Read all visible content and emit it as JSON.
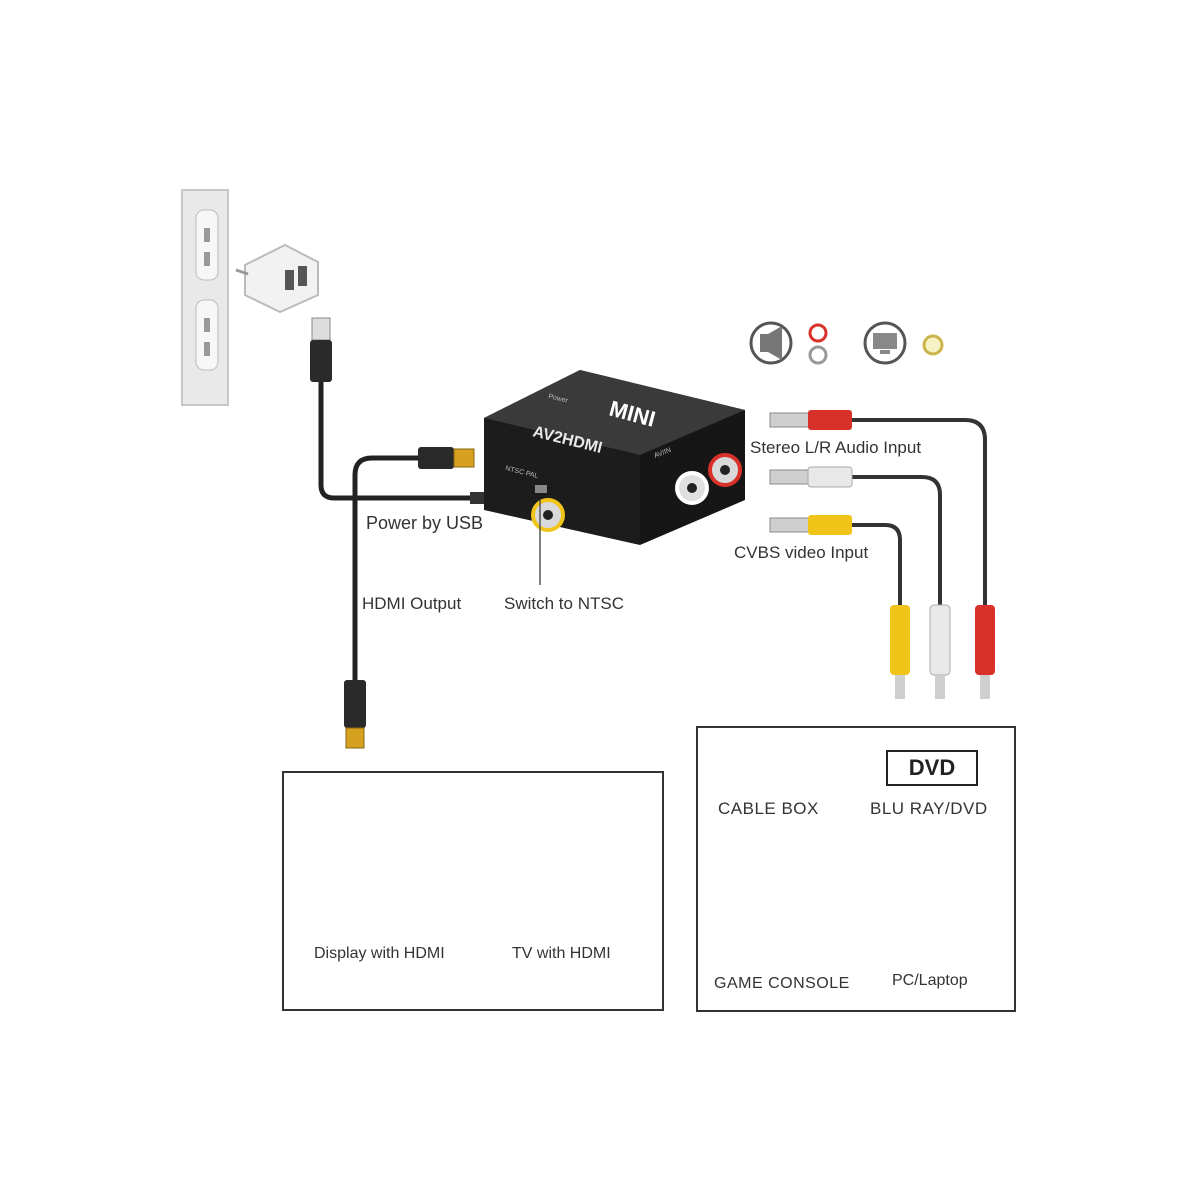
{
  "device": {
    "brand": "MINI",
    "model": "AV2HDMI",
    "port_text_left": "Power",
    "port_text_right": "AV/IN",
    "switch_text": "NTSC PAL"
  },
  "labels": {
    "power": "Power by USB",
    "hdmi_output": "HDMI Output",
    "switch": "Switch to NTSC",
    "audio_input": "Stereo L/R Audio Input",
    "video_input": "CVBS video Input"
  },
  "output_devices": [
    {
      "label": "Display with HDMI",
      "icon": "monitor-icon"
    },
    {
      "label": "TV with HDMI",
      "icon": "tv-icon"
    }
  ],
  "input_devices": [
    {
      "label": "CABLE BOX",
      "icon": "cable-box-icon"
    },
    {
      "label": "BLU RAY/DVD",
      "icon": "dvd-icon",
      "badge": "DVD"
    },
    {
      "label": "GAME CONSOLE",
      "icon": "game-console-icon"
    },
    {
      "label": "PC/Laptop",
      "icon": "pc-icon"
    }
  ],
  "colors": {
    "rca_red": "#d8312a",
    "rca_white": "#e8e8e8",
    "rca_yellow": "#f0c419",
    "hdmi_gold": "#d6a11e",
    "device_black": "#1c1c1c"
  }
}
